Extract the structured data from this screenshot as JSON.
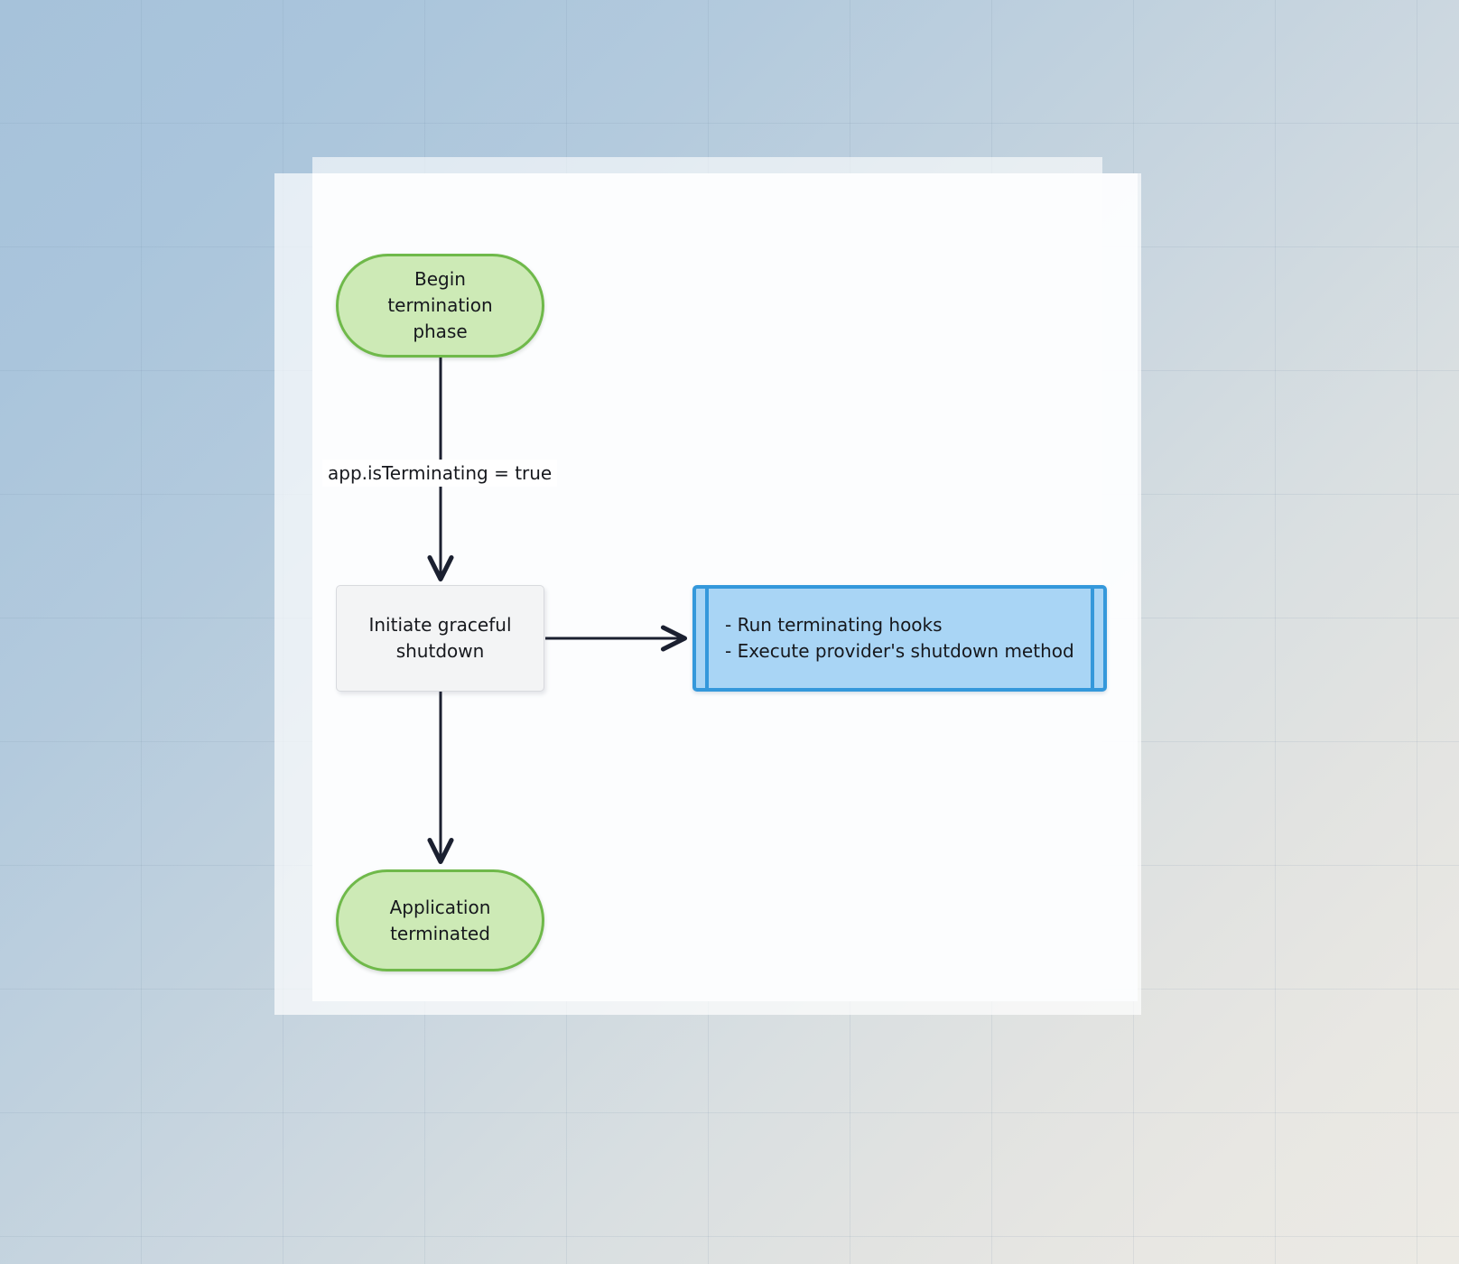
{
  "background": {
    "gradient_from": "#a6c2da",
    "gradient_to": "#eceae4",
    "grid_line_color": "#6e87a0"
  },
  "palette": {
    "terminal_fill": "#cdeab6",
    "terminal_stroke": "#6fb94a",
    "process_fill": "#f3f4f5",
    "process_stroke": "#d8dade",
    "note_fill": "#a9d5f5",
    "note_stroke": "#3498db",
    "edge_stroke": "#1b2030",
    "text_color": "#16181d"
  },
  "diagram": {
    "type": "flowchart",
    "nodes": [
      {
        "id": "begin",
        "shape": "terminal",
        "label": "Begin\ntermination\nphase"
      },
      {
        "id": "initiate",
        "shape": "process",
        "label": "Initiate graceful\nshutdown"
      },
      {
        "id": "hooks",
        "shape": "subroutine-note",
        "label": "- Run terminating hooks\n- Execute provider's shutdown method"
      },
      {
        "id": "terminated",
        "shape": "terminal",
        "label": "Application\nterminated"
      }
    ],
    "edges": [
      {
        "id": "begin-to-initiate",
        "from": "begin",
        "to": "initiate",
        "label": "app.isTerminating = true",
        "direction": "down",
        "arrow": true
      },
      {
        "id": "initiate-to-hooks",
        "from": "initiate",
        "to": "hooks",
        "label": "",
        "direction": "right",
        "arrow": true
      },
      {
        "id": "initiate-to-terminated",
        "from": "initiate",
        "to": "terminated",
        "label": "",
        "direction": "down",
        "arrow": true
      }
    ]
  }
}
